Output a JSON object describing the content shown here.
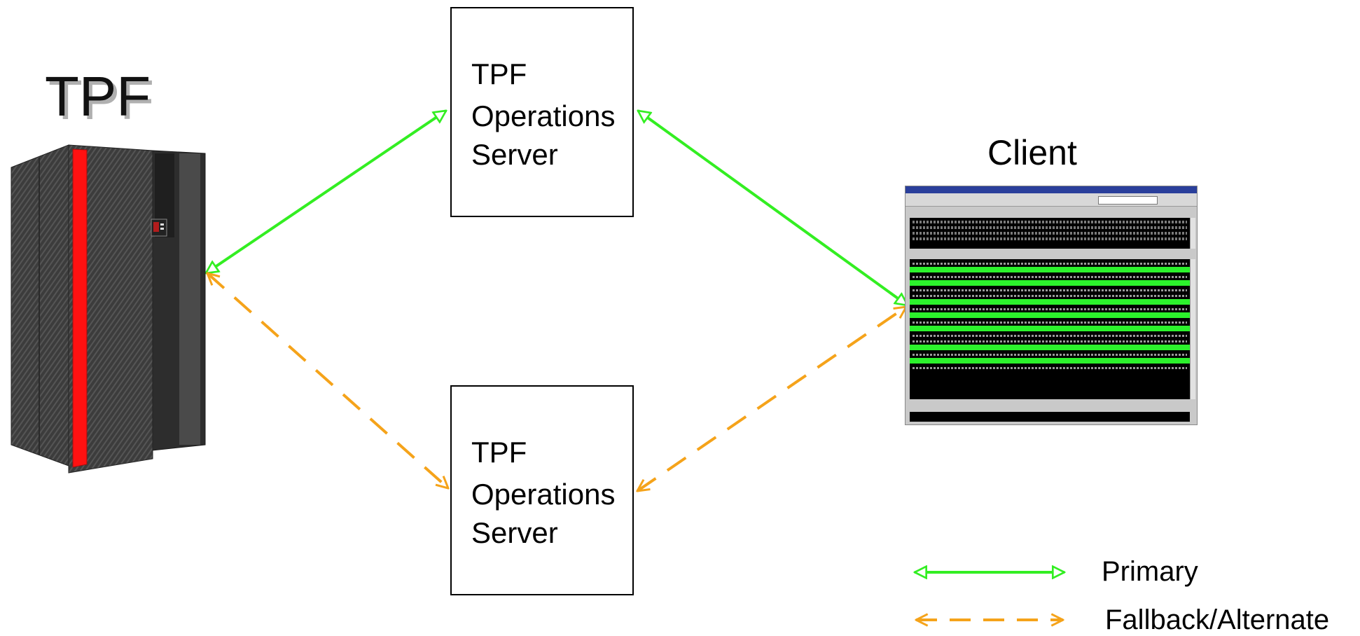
{
  "mainframe": {
    "label": "TPF"
  },
  "servers": [
    {
      "lines": [
        "TPF",
        "Operations",
        "Server"
      ]
    },
    {
      "lines": [
        "TPF",
        "Operations",
        "Server"
      ]
    }
  ],
  "client": {
    "label": "Client"
  },
  "legend": {
    "primary_label": "Primary",
    "fallback_label": "Fallback/Alternate"
  },
  "colors": {
    "primary": "#33ee22",
    "fallback": "#f5a31a",
    "mainframe_body": "#3a3a3a",
    "mainframe_stripe": "#ff1111",
    "terminal_highlight": "#2cf22c"
  }
}
